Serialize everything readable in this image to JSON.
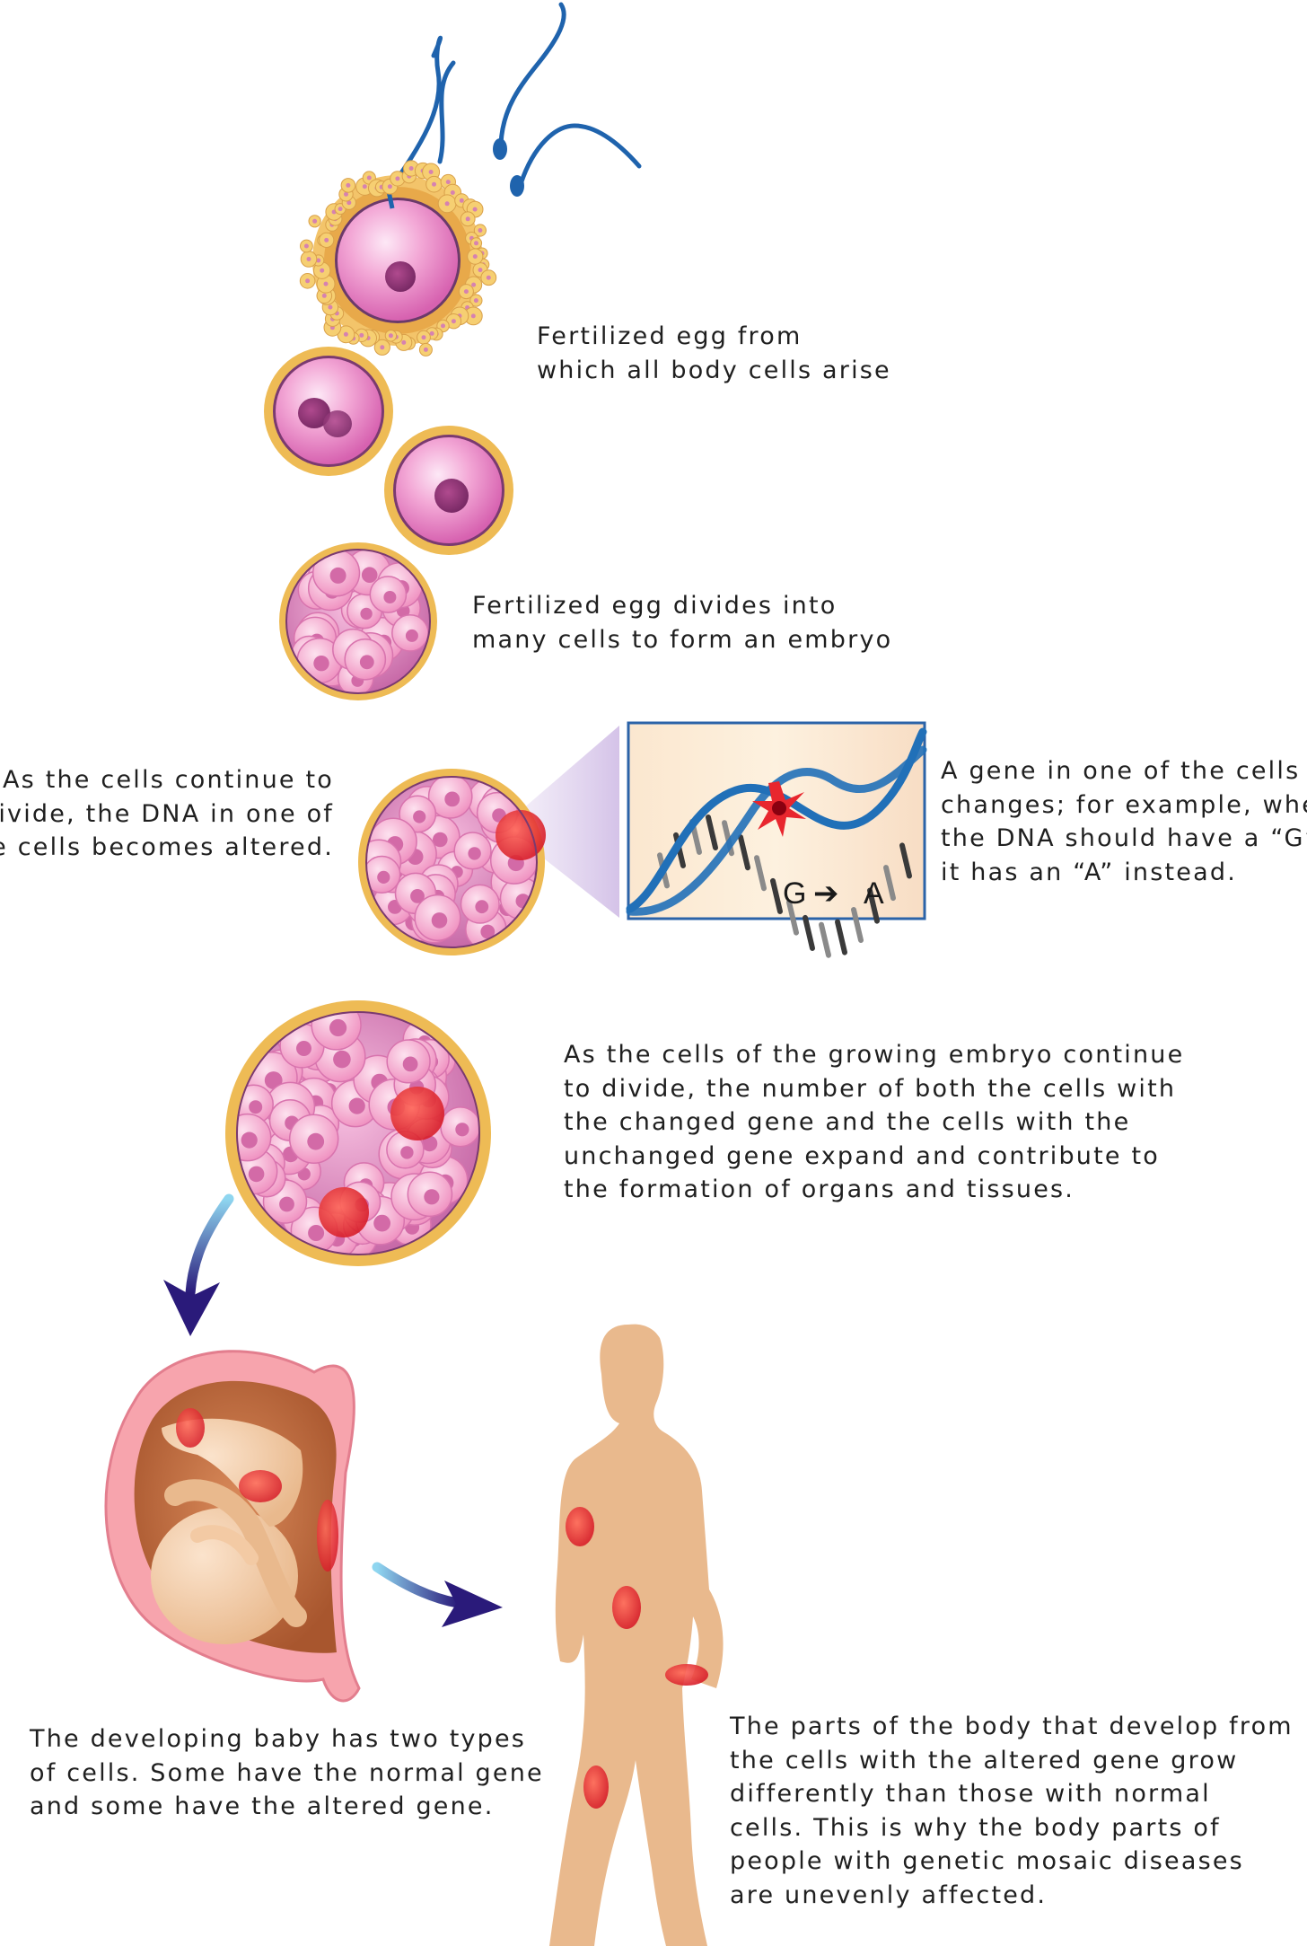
{
  "captions": {
    "fertilized_egg": [
      "Fertilized egg from",
      "which all body cells arise"
    ],
    "embryo": [
      "Fertilized egg divides into",
      "many cells to form an embryo"
    ],
    "dna_altered": [
      "As the cells continue to",
      "divide, the DNA in one of",
      "the cells becomes altered."
    ],
    "gene_change": [
      "A gene in one of the cells",
      "changes; for example, where",
      "the DNA should have a “G”",
      "it has an “A” instead."
    ],
    "growing_embryo": [
      "As the cells of the growing embryo continue",
      "to divide, the number of both the cells with",
      "the changed gene and the cells with the",
      "unchanged gene expand and contribute to",
      "the formation of organs and tissues."
    ],
    "developing_baby": [
      "The developing baby has two types",
      "of cells. Some have the normal gene",
      "and some have the altered gene."
    ],
    "body_parts": [
      "The parts of the body that develop from",
      "the cells with the altered gene grow",
      "differently than those with normal",
      "cells. This is why the body parts of",
      "people with genetic mosaic diseases",
      "are unevenly affected."
    ]
  },
  "mutation": {
    "from_base": "G",
    "arrow": "➔",
    "to_base": "A"
  },
  "colors": {
    "cell_pink": "#f3a9d6",
    "membrane_gold": "#eebb55",
    "dna_blue": "#2170b8",
    "mutated_red": "#e8262e",
    "arrow_purple": "#3a2a8a",
    "body_skin": "#e9b98d"
  }
}
